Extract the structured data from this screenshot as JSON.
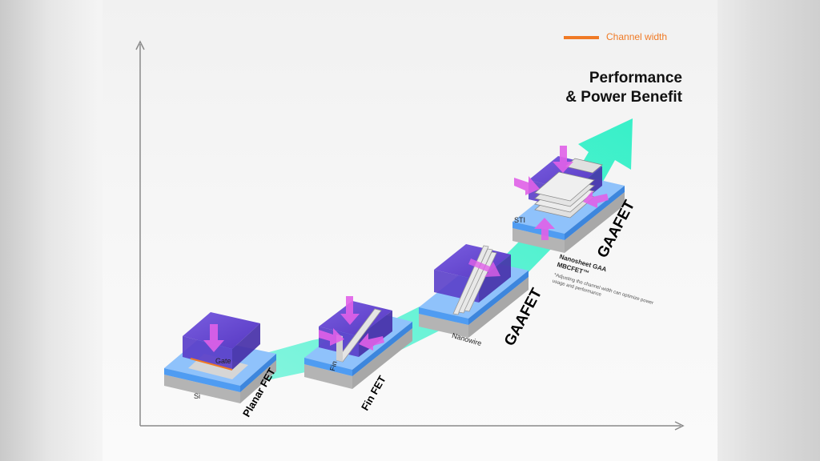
{
  "legend": {
    "label": "Channel width",
    "color": "#f07a25"
  },
  "title": {
    "line1": "Performance",
    "line2": "& Power Benefit"
  },
  "stages": [
    {
      "name": "Planar FET",
      "labels": [
        "Gate",
        "Si"
      ]
    },
    {
      "name": "Fin FET",
      "labels": [
        "Fin"
      ]
    },
    {
      "name": "GAAFET",
      "sublabel": "Nanowire"
    },
    {
      "name": "GAAFET",
      "sublabel": "Nanosheet GAA",
      "sublabel2": "MBCFET™",
      "labels": [
        "STI"
      ],
      "note": "*Adjusting the channel width can optimize power usage and performance"
    }
  ],
  "colors": {
    "arrow": "#3ff0cf",
    "gate": "#6a4bd6",
    "force": "#e060e8",
    "si": "#5aa6f5"
  }
}
